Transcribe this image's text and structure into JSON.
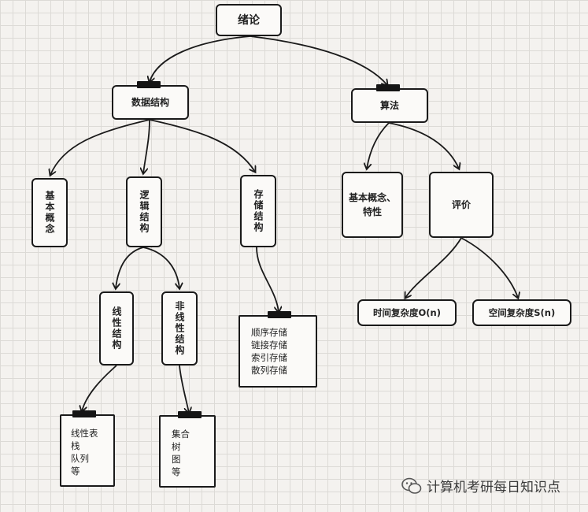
{
  "root": "绪论",
  "data_structure": {
    "label": "数据结构",
    "basic_concepts": "基本概念",
    "logical_structure": {
      "label": "逻辑结构",
      "linear": {
        "label": "线性结构",
        "items": [
          "线性表",
          "栈",
          "队列",
          "等"
        ]
      },
      "nonlinear": {
        "label": "非线性结构",
        "items": [
          "集合",
          "树",
          "图",
          "等"
        ]
      }
    },
    "storage_structure": {
      "label": "存储结构",
      "items": [
        "顺序存储",
        "链接存储",
        "索引存储",
        "散列存储"
      ]
    }
  },
  "algorithm": {
    "label": "算法",
    "concepts": "基本概念、特性",
    "evaluation": {
      "label": "评价",
      "time": "时间复杂度O(n)",
      "space": "空间复杂度S(n)"
    }
  },
  "watermark": "计算机考研每日知识点"
}
